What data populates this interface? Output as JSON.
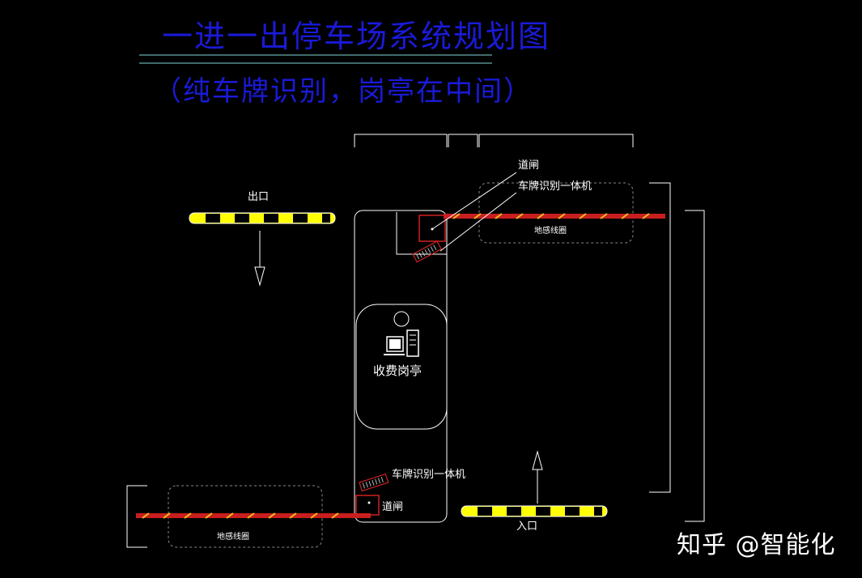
{
  "title": "一进一出停车场系统规划图",
  "subtitle": "（纯车牌识别，岗亭在中间）",
  "labels": {
    "exit": "出口",
    "entrance": "入口",
    "gate_top": "道闸",
    "lpr_top": "车牌识别一体机",
    "loop_top": "地感线圈",
    "booth": "收费岗亭",
    "lpr_bottom": "车牌识别一体机",
    "gate_bottom": "道闸",
    "loop_bottom": "地感线圈"
  },
  "watermark": "知乎 @智能化",
  "colors": {
    "title": "#1a1ad8",
    "title_rule": "#7fd6d6",
    "line": "#ffffff",
    "barrier_yellow": "#ffff00",
    "barrier_black": "#000000",
    "boom_red": "#c81e1e",
    "boom_stripe": "#e8c020",
    "device_red": "#d02020"
  }
}
